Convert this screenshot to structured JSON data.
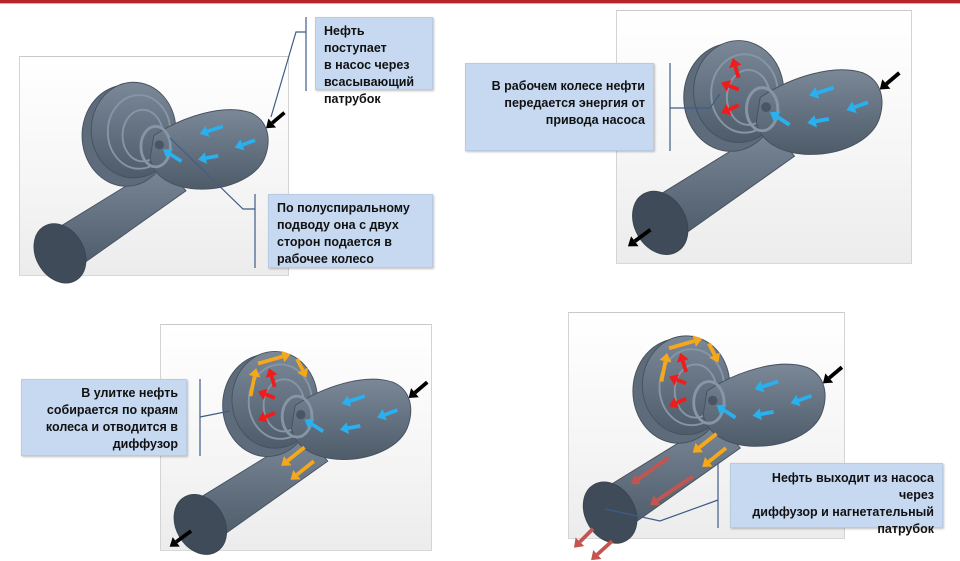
{
  "colors": {
    "top_rule": "#b8262b",
    "callout_bg": "#c6d9f1",
    "leader_line": "#3e5d87",
    "pump_body": "#5f6f80",
    "pump_dark": "#3f4b58",
    "arrow_inflow": "#000000",
    "arrow_suction": "#29b0ef",
    "arrow_impeller": "#ef1c1c",
    "arrow_volute": "#f5a81a",
    "arrow_discharge": "#c45450"
  },
  "panels": [
    {
      "id": "suction",
      "stage": 1,
      "callouts": [
        {
          "text": "Нефть поступает\nв насос через\nвсасывающий\nпатрубок"
        },
        {
          "text": "По полуспиральному\nподводу она с двух\nсторон подается в\nрабочее колесо"
        }
      ],
      "arrows": [
        "inlet-black",
        "suction-blue"
      ]
    },
    {
      "id": "impeller",
      "stage": 2,
      "callouts": [
        {
          "text": "В рабочем колесе нефти\nпередается энергия от\nпривода насоса"
        }
      ],
      "arrows": [
        "inlet-black",
        "suction-blue",
        "impeller-red",
        "outlet-black"
      ]
    },
    {
      "id": "volute",
      "stage": 3,
      "callouts": [
        {
          "text": "В улитке нефть\nсобирается по краям\nколеса и отводится в\nдиффузор"
        }
      ],
      "arrows": [
        "inlet-black",
        "suction-blue",
        "impeller-red",
        "volute-orange",
        "outlet-black"
      ]
    },
    {
      "id": "discharge",
      "stage": 4,
      "callouts": [
        {
          "text": "Нефть выходит из насоса через\nдиффузор и  нагнетательный\nпатрубок"
        }
      ],
      "arrows": [
        "inlet-black",
        "suction-blue",
        "impeller-red",
        "volute-orange",
        "discharge-brown"
      ]
    }
  ]
}
